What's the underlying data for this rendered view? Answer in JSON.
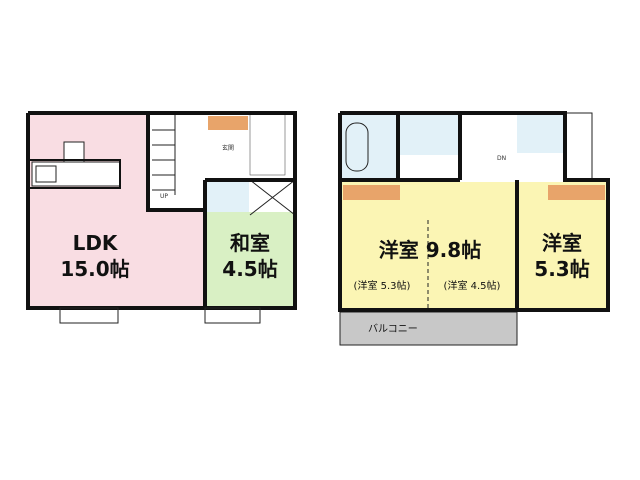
{
  "floor1": {
    "ldk": {
      "name": "LDK",
      "size": "15.0帖",
      "color": "#f9dde3"
    },
    "washitsu": {
      "name": "和室",
      "size": "4.5帖",
      "color": "#d9f0c4"
    },
    "stairs_label": "UP",
    "entrance_label": "玄関"
  },
  "floor2": {
    "room_large": {
      "name": "洋室",
      "size": "9.8帖",
      "sub_left": "(洋室 5.3帖)",
      "sub_right": "(洋室 4.5帖)",
      "color": "#fbf5b4"
    },
    "room_small": {
      "name": "洋室",
      "size": "5.3帖",
      "color": "#fbf5b4"
    },
    "balcony": {
      "name": "バルコニー",
      "color": "#c8c8c8"
    },
    "stairs_label": "DN"
  },
  "colors": {
    "closet": "#e8a46a",
    "wet_area": "#e2f1f8",
    "wall": "#111111"
  }
}
